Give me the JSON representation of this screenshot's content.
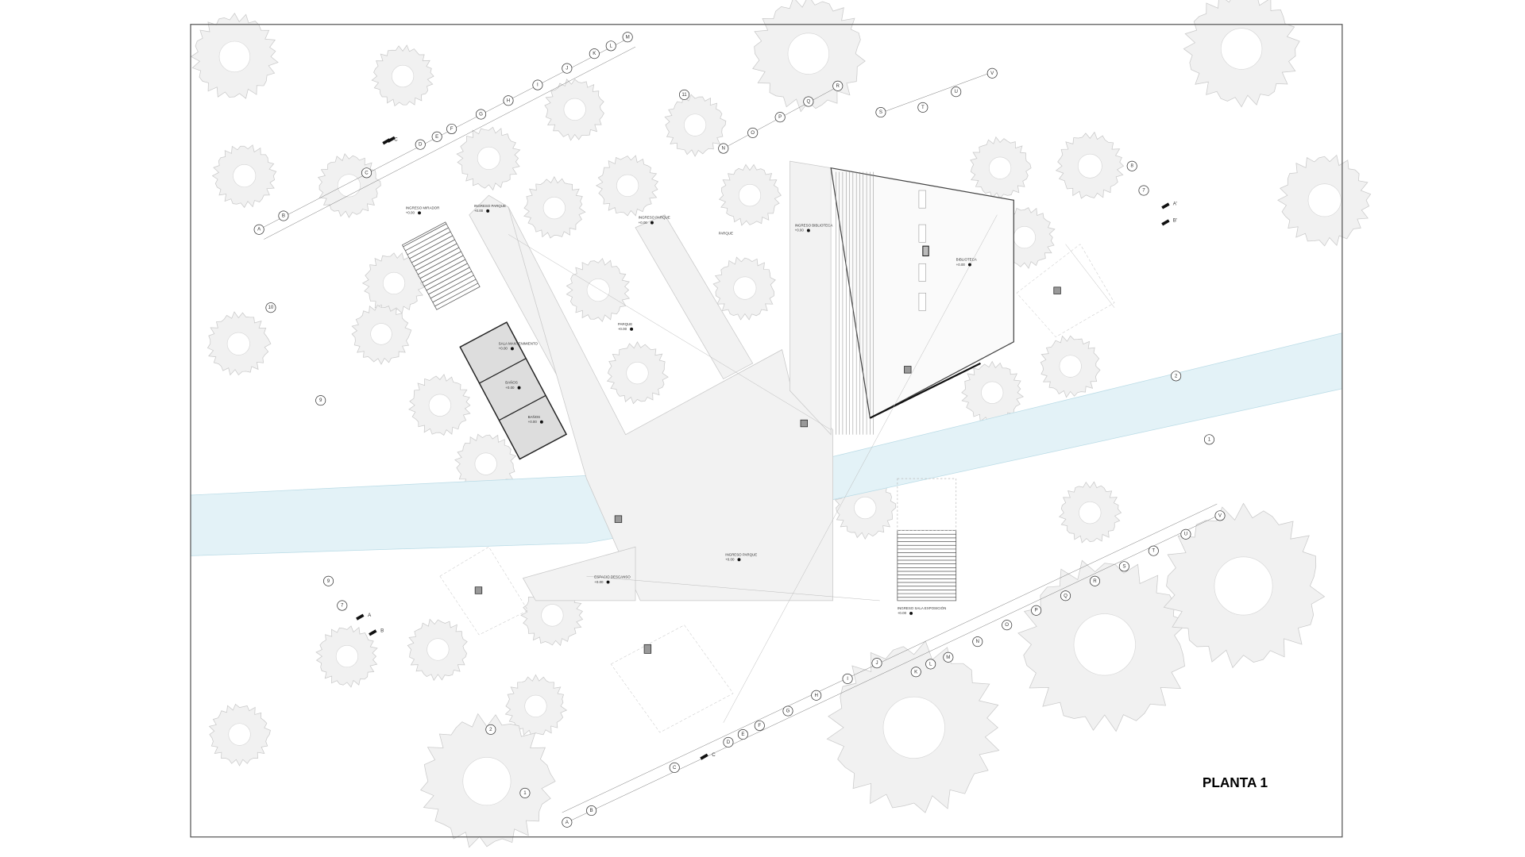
{
  "sheet": {
    "title": "PLANTA 1"
  },
  "grid_axes": {
    "top_left": [
      "A",
      "B",
      "C",
      "D",
      "E",
      "F",
      "G",
      "H",
      "I",
      "J",
      "K",
      "L",
      "M"
    ],
    "top_middle": [
      "N",
      "O",
      "P",
      "Q",
      "R"
    ],
    "top_right": [
      "S",
      "T",
      "U",
      "V"
    ],
    "bottom": [
      "A",
      "B",
      "C",
      "D",
      "E",
      "F",
      "G",
      "H",
      "I",
      "J",
      "K",
      "L",
      "M",
      "N",
      "O",
      "P",
      "Q",
      "R",
      "S",
      "T",
      "U",
      "V"
    ],
    "numbers": [
      "11",
      "10",
      "9",
      "8",
      "7",
      "2",
      "1",
      "9",
      "7",
      "2",
      "1"
    ]
  },
  "section_marks": [
    "C",
    "C'",
    "A'",
    "B'",
    "A",
    "B",
    "C"
  ],
  "rooms": [
    {
      "name": "INGRESO MIRADOR",
      "level": "+0.00"
    },
    {
      "name": "INGRESO PARQUE",
      "level": "+0.00"
    },
    {
      "name": "INGRESO PARQUE",
      "level": "+0.00"
    },
    {
      "name": "PARQUE",
      "level": ""
    },
    {
      "name": "PARQUE",
      "level": "+0.00"
    },
    {
      "name": "INGRESO BIBLIOTECA",
      "level": "+0.00"
    },
    {
      "name": "BIBLIOTECA",
      "level": "+0.00"
    },
    {
      "name": "SALA MANTENIMIENTO",
      "level": "+0.00"
    },
    {
      "name": "BAÑOS",
      "level": "+0.00"
    },
    {
      "name": "BAÑOS",
      "level": "+0.00"
    },
    {
      "name": "INGRESO PARQUE",
      "level": "+0.00"
    },
    {
      "name": "ESPACIO DESCANSO",
      "level": "+0.00"
    },
    {
      "name": "INGRESO SALA EXPOSICIÓN",
      "level": "+0.00"
    }
  ],
  "colors": {
    "water": "#e3f2f7",
    "plaza": "#f2f2f2",
    "tree": "#f1f1f1",
    "line": "#999999"
  }
}
